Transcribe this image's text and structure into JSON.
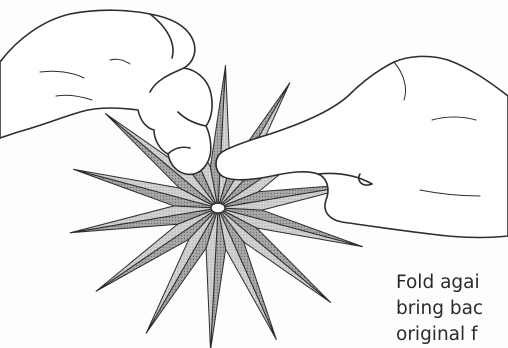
{
  "caption": {
    "lines": [
      "Fold agai",
      "bring bac",
      "original f"
    ]
  },
  "colors": {
    "paper_light": "#d9d9d9",
    "paper_dark": "#a8a8a8",
    "outline": "#2e2e2e",
    "background": "#fdfdfb"
  },
  "icons": {
    "illustration": "origami-star-fold-hands"
  }
}
